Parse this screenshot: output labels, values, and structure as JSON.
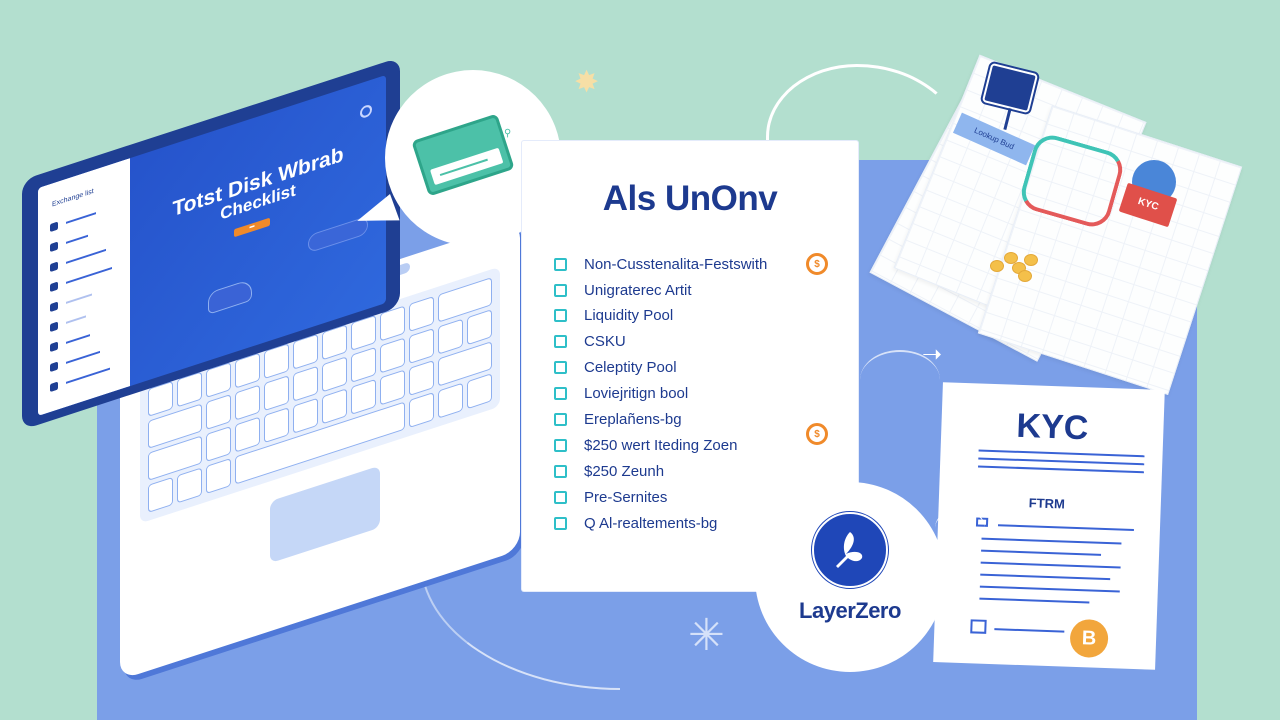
{
  "colors": {
    "background": "#b3dfcf",
    "stage": "#7b9fe8",
    "navy": "#1d3a8f",
    "checkbox": "#2ebfc8",
    "accent_orange": "#f08a2a",
    "kyc_red": "#e0504a",
    "teal": "#4cc1a8"
  },
  "laptop": {
    "screen_title_line1": "Totst Disk Wbrab",
    "screen_title_line2": "Checklist",
    "screen_badge": "▬",
    "sidebar_title": "Exchange list",
    "sidebar_item_count": 9
  },
  "bubble": {
    "icon": "id-card-icon",
    "small_icon": "key-icon"
  },
  "checklist": {
    "title": "Als UnOnv",
    "items": [
      {
        "label": "Non-Cusstenalita-Festswith",
        "badge": "$"
      },
      {
        "label": "Unigraterec Artit"
      },
      {
        "label": "Liquidity Pool"
      },
      {
        "label": "CSKU"
      },
      {
        "label": "Celeptity Pool"
      },
      {
        "label": "Loviejritign bool"
      },
      {
        "label": "Ereplañens-bg"
      },
      {
        "label": "$250 wert Iteding Zoen",
        "badge": "$"
      },
      {
        "label": "$250 Zeunh"
      },
      {
        "label": "Pre-Sernites"
      },
      {
        "label": "Q Al-realtements-bg"
      }
    ]
  },
  "documents": {
    "tag_label": "Lookup Bud",
    "kyc_tag": "KYC",
    "icons": [
      "briefcase-icon",
      "chain-link-icon",
      "clock-icon",
      "coins-icon"
    ]
  },
  "kyc_form": {
    "title": "KYC",
    "subtitle": "FTRM",
    "coin": "B"
  },
  "layerzero": {
    "label": "LayerZero"
  }
}
